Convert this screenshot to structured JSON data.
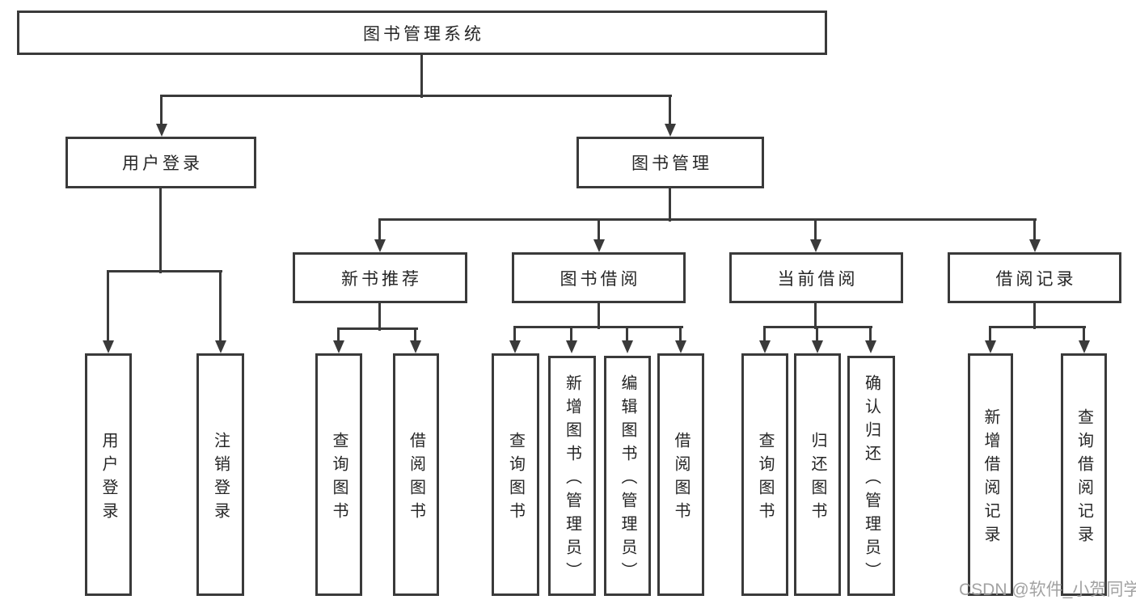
{
  "diagram": {
    "title": "图书管理系统",
    "nodes": {
      "root": "图书管理系统",
      "user_login": "用户登录",
      "book_management": "图书管理",
      "new_book_recommend": "新书推荐",
      "book_borrow": "图书借阅",
      "current_borrow": "当前借阅",
      "borrow_records": "借阅记录",
      "leaf_user_login": "用户登录",
      "leaf_logout": "注销登录",
      "leaf_rec_query_book": "查询图书",
      "leaf_rec_borrow_book": "借阅图书",
      "leaf_bor_query_book": "查询图书",
      "leaf_bor_add_book": "新增图书（管理员）",
      "leaf_bor_edit_book": "编辑图书（管理员）",
      "leaf_bor_borrow_book": "借阅图书",
      "leaf_cur_query_book": "查询图书",
      "leaf_cur_return_book": "归还图书",
      "leaf_cur_confirm_return": "确认归还（管理员）",
      "leaf_rec_add_record": "新增借阅记录",
      "leaf_rec_query_record": "查询借阅记录"
    },
    "watermark": "CSDN @软件_小贺同学",
    "colors": {
      "line": "#3a3a3a",
      "text": "#262626",
      "watermark": "#9b9b9b",
      "background": "#ffffff"
    }
  }
}
